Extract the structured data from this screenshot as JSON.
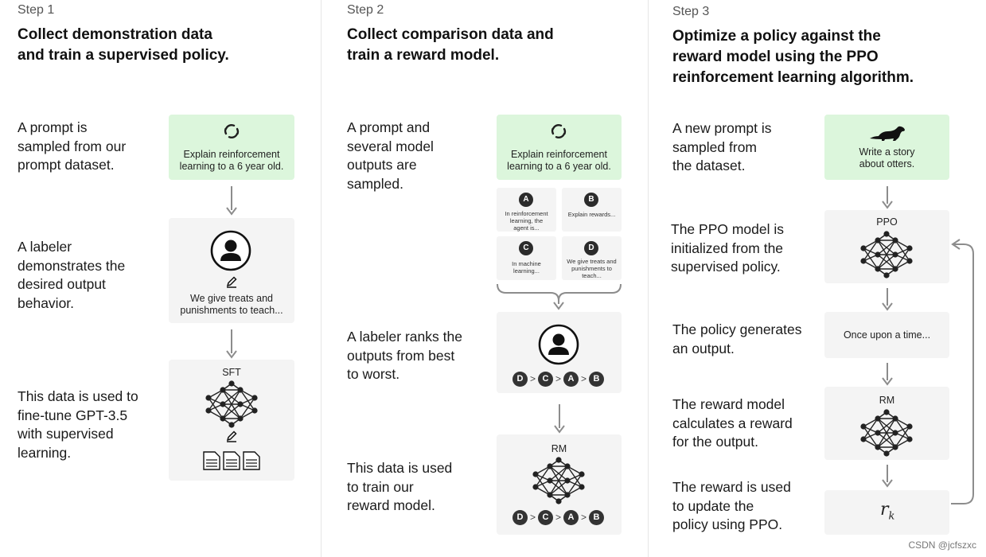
{
  "step1": {
    "label": "Step 1",
    "title_line1": "Collect demonstration data",
    "title_line2": "and train a supervised policy.",
    "desc1": [
      "A prompt is",
      "sampled from our",
      "prompt dataset."
    ],
    "desc2": [
      "A labeler",
      "demonstrates the",
      "desired output",
      "behavior."
    ],
    "desc3": [
      "This data is used to",
      "fine-tune GPT-3.5",
      "with supervised",
      "learning."
    ],
    "prompt_card": [
      "Explain reinforcement",
      "learning to a 6 year old."
    ],
    "labeler_card": [
      "We give treats and",
      "punishments to teach..."
    ],
    "model_label": "SFT"
  },
  "step2": {
    "label": "Step 2",
    "title_line1": "Collect comparison data and",
    "title_line2": "train a reward model.",
    "desc1": [
      "A prompt and",
      "several model",
      "outputs are",
      "sampled."
    ],
    "desc2": [
      "A labeler ranks the",
      "outputs from best",
      "to worst."
    ],
    "desc3": [
      "This data is used",
      "to train our",
      "reward model."
    ],
    "prompt_card": [
      "Explain reinforcement",
      "learning to a 6 year old."
    ],
    "outputs": [
      {
        "letter": "A",
        "text": [
          "In reinforcement",
          "learning, the",
          "agent is..."
        ]
      },
      {
        "letter": "B",
        "text": [
          "Explain rewards..."
        ]
      },
      {
        "letter": "C",
        "text": [
          "In machine",
          "learning..."
        ]
      },
      {
        "letter": "D",
        "text": [
          "We give treats and",
          "punishments to",
          "teach..."
        ]
      }
    ],
    "ranking": [
      "D",
      "C",
      "A",
      "B"
    ],
    "ranking_separator": ">",
    "model_label": "RM"
  },
  "step3": {
    "label": "Step 3",
    "title_line1": "Optimize a policy against the",
    "title_line2": "reward model using the PPO",
    "title_line3": "reinforcement learning algorithm.",
    "desc1": [
      "A new prompt is",
      "sampled from",
      "the dataset."
    ],
    "desc2": [
      "The PPO model is",
      "initialized from the",
      "supervised policy."
    ],
    "desc3": [
      "The policy generates",
      "an output."
    ],
    "desc4": [
      "The reward model",
      "calculates a reward",
      "for the output."
    ],
    "desc5": [
      "The reward is used",
      "to update the",
      "policy using PPO."
    ],
    "prompt_card": [
      "Write a story",
      "about otters."
    ],
    "ppo_label": "PPO",
    "output_text": "Once upon a time...",
    "rm_label": "RM",
    "reward_symbol": "r",
    "reward_subscript": "k"
  },
  "watermark": "CSDN @jcfszxc",
  "colors": {
    "prompt_card_bg": "#dcf6dc",
    "card_bg": "#f4f4f4",
    "arrow": "#8c8c8c",
    "node": "#222222"
  }
}
